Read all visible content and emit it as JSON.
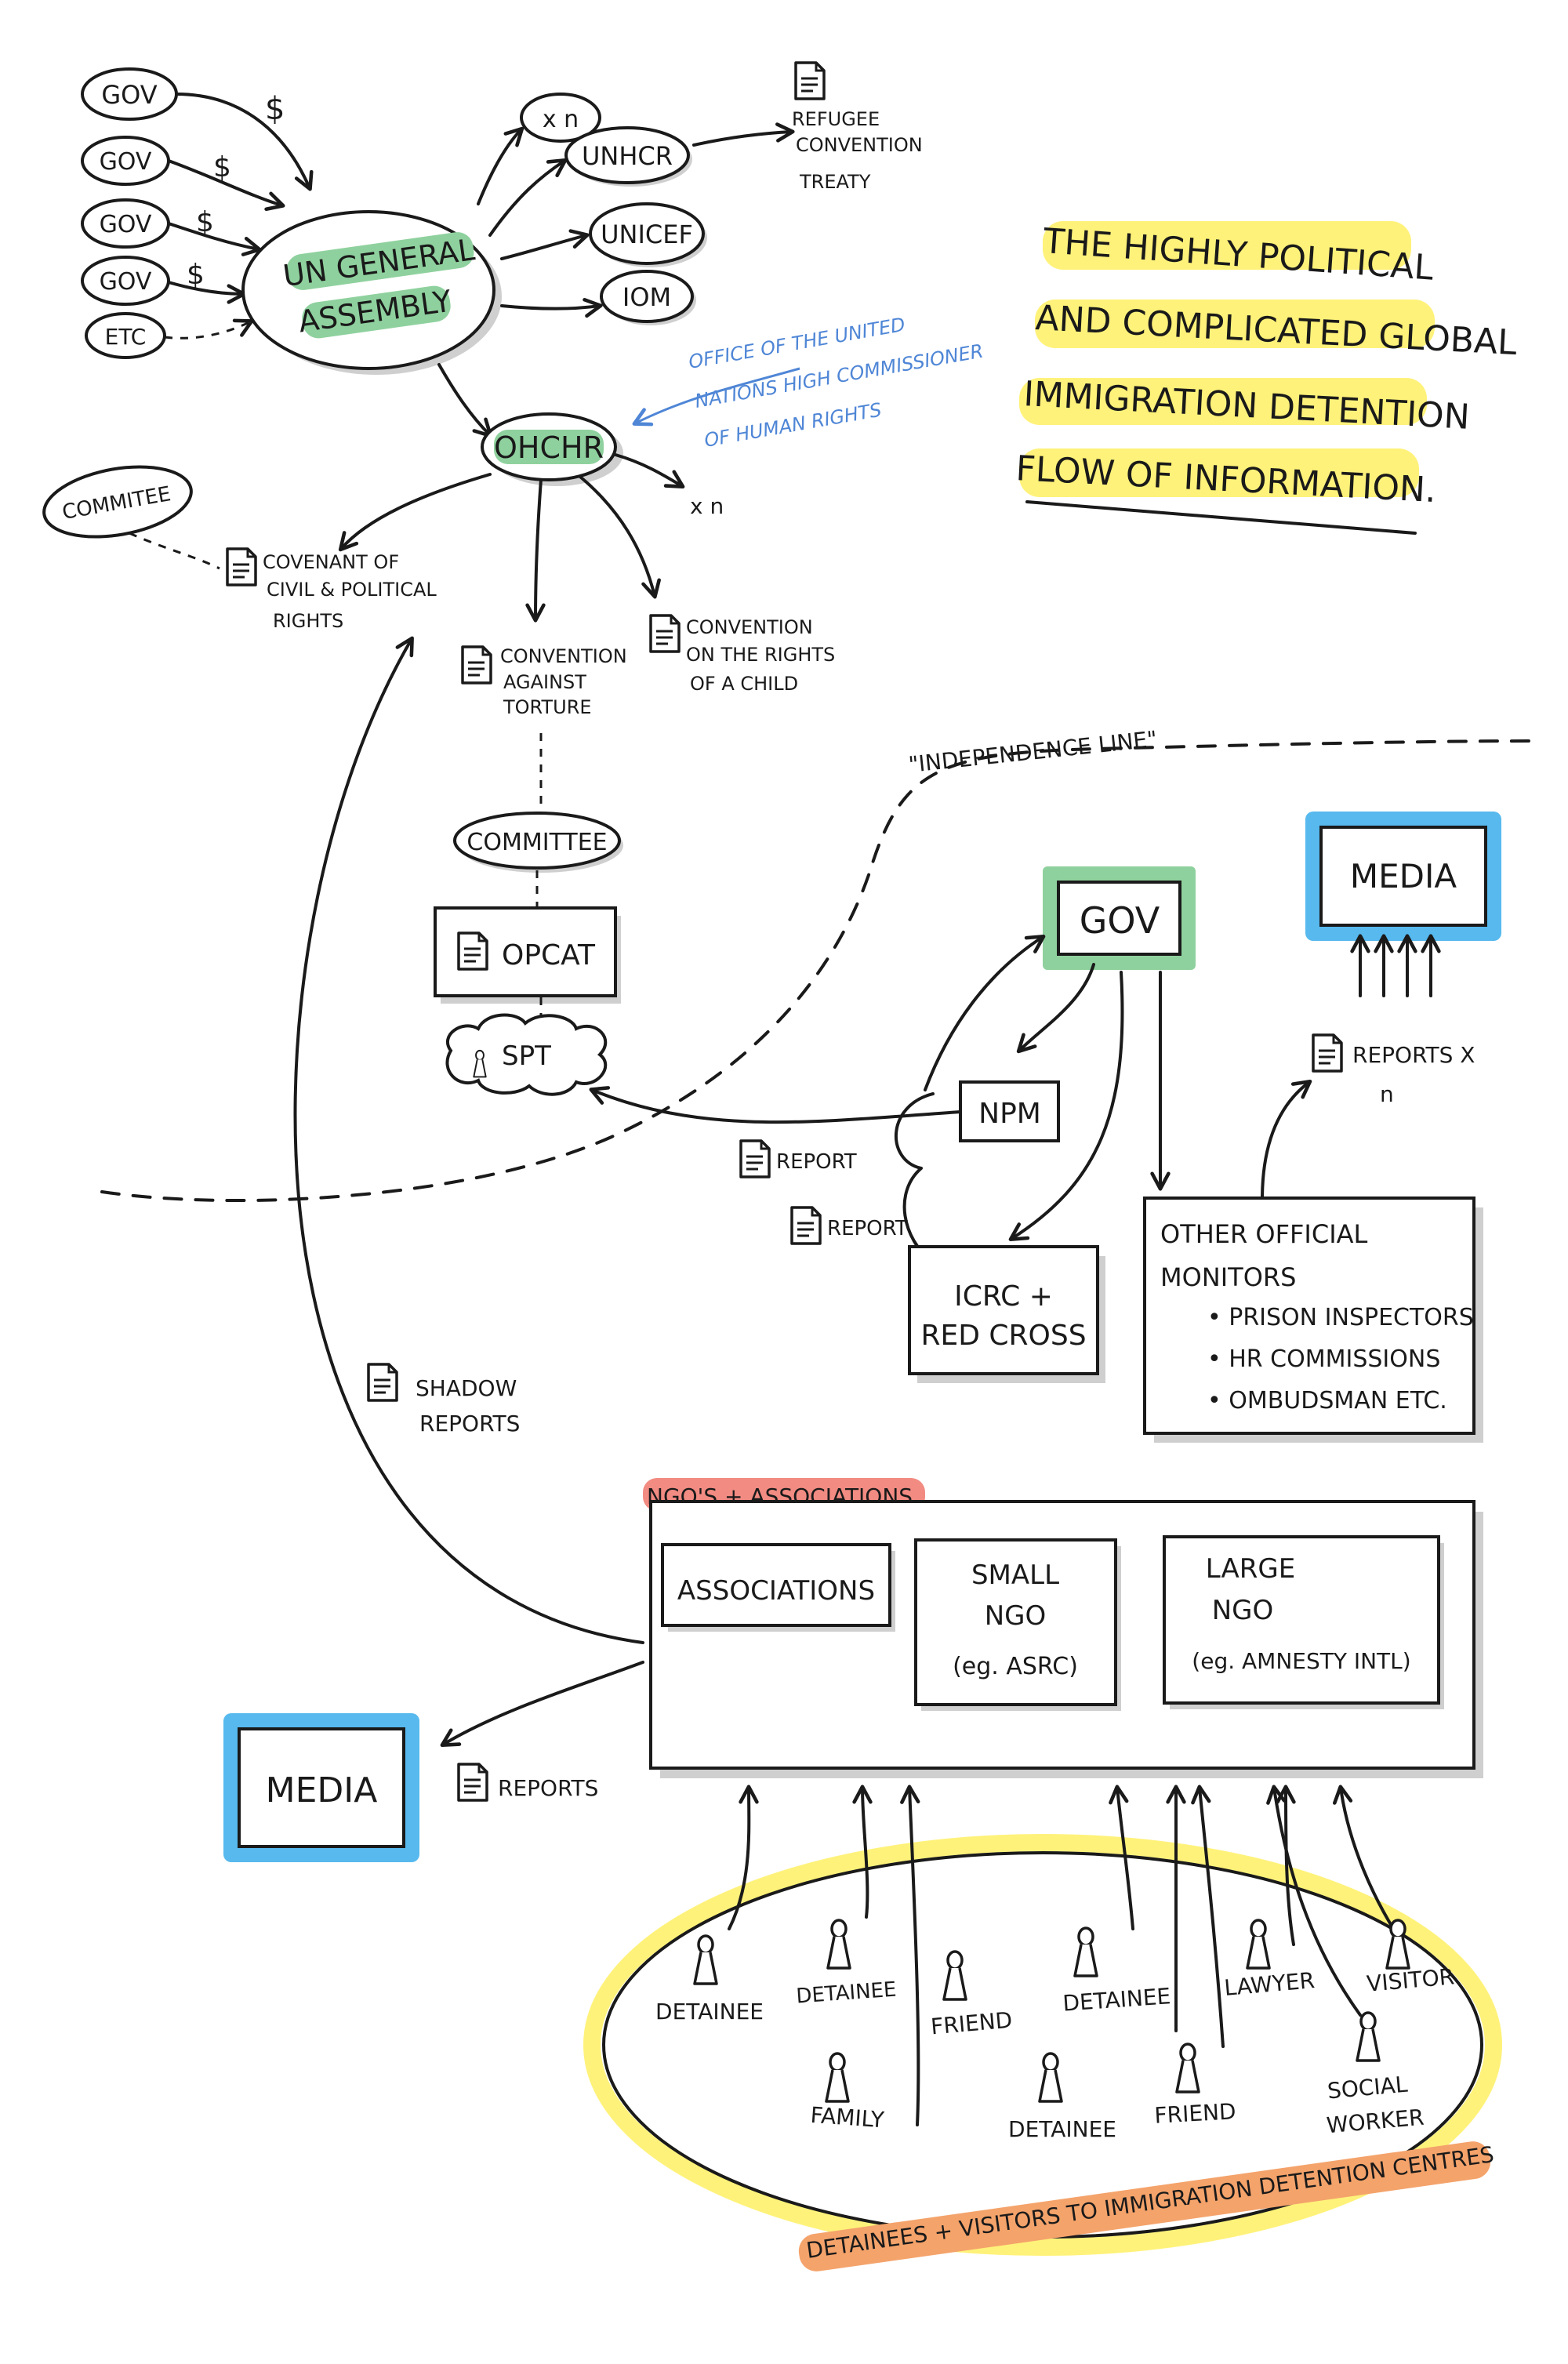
{
  "title": {
    "lines": [
      "THE HIGHLY POLITICAL",
      "AND COMPLICATED GLOBAL",
      "IMMIGRATION DETENTION",
      "FLOW OF INFORMATION."
    ]
  },
  "colors": {
    "green": "#8fd19e",
    "yellow": "#fff27a",
    "blue": "#57b9ee",
    "red": "#f28b82",
    "orange": "#f4a36b",
    "shadow": "#cfcfcf"
  },
  "un": {
    "govs": [
      "GOV",
      "GOV",
      "GOV",
      "GOV",
      "ETC"
    ],
    "dollar": "$",
    "general_assembly": [
      "UN GENERAL",
      "ASSEMBLY"
    ],
    "xn": "x n",
    "unhcr": "UNHCR",
    "unicef": "UNICEF",
    "iom": "IOM",
    "refugee_doc": [
      "REFUGEE",
      "CONVENTION",
      "TREATY"
    ],
    "ohchr": "OHCHR",
    "ohchr_note": [
      "OFFICE OF THE UNITED",
      "NATIONS HIGH COMMISSIONER",
      "OF HUMAN RIGHTS"
    ],
    "ohchr_xn": "x n",
    "committee_left": "COMMITEE",
    "covenant": [
      "COVENANT OF",
      "CIVIL & POLITICAL",
      "RIGHTS"
    ],
    "torture": [
      "CONVENTION",
      "AGAINST",
      "TORTURE"
    ],
    "child": [
      "CONVENTION",
      "ON THE RIGHTS",
      "OF A CHILD"
    ],
    "committee_mid": "COMMITTEE",
    "opcat": "OPCAT",
    "spt": "SPT"
  },
  "independence_line": "\"INDEPENDENCE LINE\"",
  "gov_box": "GOV",
  "media_top": "MEDIA",
  "npm": "NPM",
  "report1": "REPORT",
  "report2": "REPORT",
  "reports_xn": [
    "REPORTS x",
    "n"
  ],
  "icrc": [
    "ICRC +",
    "RED CROSS"
  ],
  "monitors": {
    "title": [
      "OTHER OFFICIAL",
      "MONITORS"
    ],
    "items": [
      "• PRISON INSPECTORS",
      "• HR COMMISSIONS",
      "• OMBUDSMAN ETC."
    ]
  },
  "shadow_reports": [
    "SHADOW",
    "REPORTS"
  ],
  "ngos": {
    "label": "NGO'S + ASSOCIATIONS",
    "associations": "ASSOCIATIONS",
    "small": [
      "SMALL",
      "NGO",
      "(eg. ASRC)"
    ],
    "large": [
      "LARGE",
      "NGO",
      "(eg. AMNESTY INTL)"
    ]
  },
  "media_bottom": "MEDIA",
  "reports_bottom": "REPORTS",
  "people": [
    "DETAINEE",
    "DETAINEE",
    "FRIEND",
    "DETAINEE",
    "LAWYER",
    "VISITOR",
    "FAMILY",
    "DETAINEE",
    "FRIEND",
    "SOCIAL",
    "WORKER"
  ],
  "detainees_label": "DETAINEES + VISITORS TO IMMIGRATION DETENTION CENTRES"
}
